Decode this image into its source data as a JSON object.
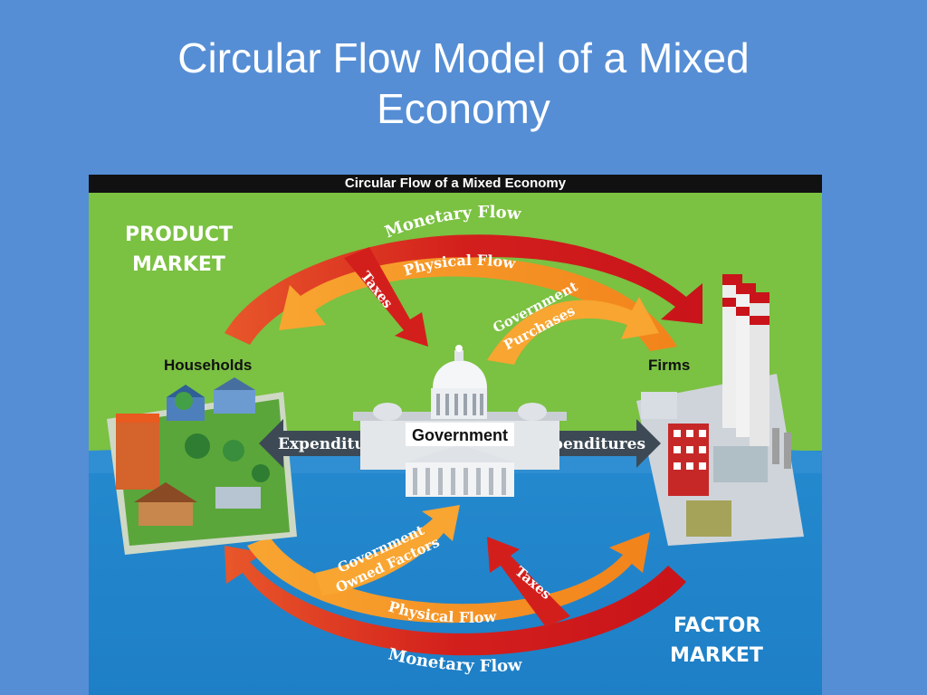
{
  "slide": {
    "title_line1": "Circular Flow Model of a Mixed",
    "title_line2": "Economy"
  },
  "diagram": {
    "caption": "Circular Flow of a Mixed Economy",
    "product_market_line1": "PRODUCT",
    "product_market_line2": "MARKET",
    "factor_market_line1": "FACTOR",
    "factor_market_line2": "MARKET",
    "households": "Households",
    "firms": "Firms",
    "government": "Government",
    "expenditures_left": "Expenditures",
    "expenditures_right": "Expenditures",
    "top": {
      "monetary_flow": "Monetary Flow",
      "physical_flow": "Physical Flow",
      "taxes": "Taxes",
      "government_purchases_line1": "Government",
      "government_purchases_line2": "Purchases"
    },
    "bottom": {
      "monetary_flow": "Monetary Flow",
      "physical_flow": "Physical Flow",
      "taxes": "Taxes",
      "government_owned_factors_line1": "Government",
      "government_owned_factors_line2": "Owned Factors"
    },
    "colors": {
      "slide_background": "#558ed5",
      "product_market_area": "#7bc142",
      "factor_market_area": "#2f8fd2",
      "monetary_flow": "#d7261e",
      "physical_flow": "#f7931d",
      "expenditures": "#3d4a55"
    }
  }
}
